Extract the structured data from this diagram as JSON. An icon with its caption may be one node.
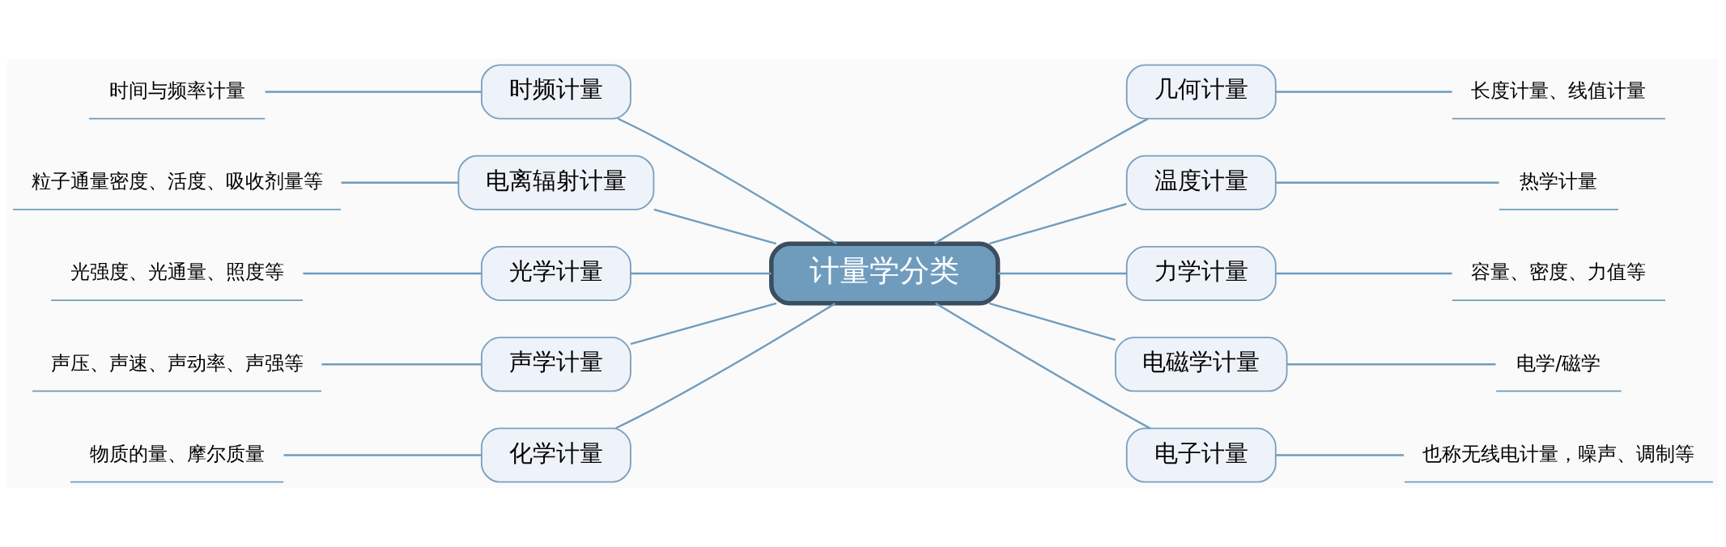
{
  "diagram": {
    "nodes": [
      {
        "text": [
          "计量学分类"
        ]
      },
      {
        "text": [
          "时频计量"
        ]
      },
      {
        "text": [
          "电离辐射计量"
        ]
      },
      {
        "text": [
          "光学计量"
        ]
      },
      {
        "text": [
          "声学计量"
        ]
      },
      {
        "text": [
          "化学计量"
        ]
      },
      {
        "text": [
          "几何计量"
        ]
      },
      {
        "text": [
          "温度计量"
        ]
      },
      {
        "text": [
          "力学计量"
        ]
      },
      {
        "text": [
          "电磁学计量"
        ]
      },
      {
        "text": [
          "电子计量"
        ]
      },
      {
        "text": [
          "时间与频率计量"
        ]
      },
      {
        "text": [
          "粒子通量密度、活度、吸收剂量等"
        ]
      },
      {
        "text": [
          "光强度、光通量、照度等"
        ]
      },
      {
        "text": [
          "声压、声速、声动率、声强等"
        ]
      },
      {
        "text": [
          "物质的量、摩尔质量"
        ]
      },
      {
        "text": [
          "长度计量、线值计量"
        ]
      },
      {
        "text": [
          "热学计量"
        ]
      },
      {
        "text": [
          "容量、密度、力值等"
        ]
      },
      {
        "text": [
          "电学/磁学"
        ]
      },
      {
        "text": [
          "也称无线电计量，噪声、调制等"
        ]
      }
    ],
    "edges": [
      {
        "from": 0,
        "to": 1,
        "arrow": "none"
      },
      {
        "from": 0,
        "to": 2,
        "arrow": "none"
      },
      {
        "from": 0,
        "to": 3,
        "arrow": "none"
      },
      {
        "from": 0,
        "to": 4,
        "arrow": "none"
      },
      {
        "from": 0,
        "to": 5,
        "arrow": "none"
      },
      {
        "from": 0,
        "to": 6,
        "arrow": "none"
      },
      {
        "from": 0,
        "to": 7,
        "arrow": "none"
      },
      {
        "from": 0,
        "to": 8,
        "arrow": "none"
      },
      {
        "from": 0,
        "to": 9,
        "arrow": "none"
      },
      {
        "from": 0,
        "to": 10,
        "arrow": "none"
      },
      {
        "from": 1,
        "to": 11,
        "arrow": "none"
      },
      {
        "from": 2,
        "to": 12,
        "arrow": "none"
      },
      {
        "from": 3,
        "to": 13,
        "arrow": "none"
      },
      {
        "from": 4,
        "to": 14,
        "arrow": "none"
      },
      {
        "from": 5,
        "to": 15,
        "arrow": "none"
      },
      {
        "from": 6,
        "to": 16,
        "arrow": "none"
      },
      {
        "from": 7,
        "to": 17,
        "arrow": "none"
      },
      {
        "from": 8,
        "to": 18,
        "arrow": "none"
      },
      {
        "from": 9,
        "to": 19,
        "arrow": "none"
      },
      {
        "from": 10,
        "to": 20,
        "arrow": "none"
      }
    ]
  }
}
